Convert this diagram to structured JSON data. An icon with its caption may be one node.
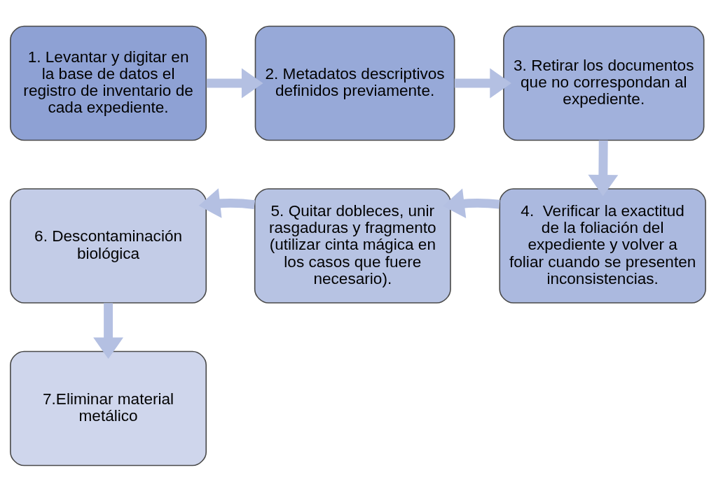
{
  "diagram": {
    "nodes": [
      {
        "text": [
          "1. Levantar y digitar en la base de datos el registro de inventario de cada expediente."
        ]
      },
      {
        "text": [
          "2. Metadatos descriptivos definidos previamente."
        ]
      },
      {
        "text": [
          "3. Retirar los documentos que no correspondan al expediente."
        ]
      },
      {
        "text": [
          "4.  Verificar la exactitud de la foliación del expediente y volver a foliar cuando se presenten inconsistencias."
        ]
      },
      {
        "text": [
          "5. Quitar dobleces, unir rasgaduras y fragmento (utilizar cinta mágica en los casos que fuere necesario)."
        ]
      },
      {
        "text": [
          "6. Descontaminación biológica"
        ]
      },
      {
        "text": [
          "7.Eliminar material metálico"
        ]
      }
    ],
    "edges": [
      {
        "from": 0,
        "to": 1,
        "arrow": "to"
      },
      {
        "from": 1,
        "to": 2,
        "arrow": "to"
      },
      {
        "from": 2,
        "to": 3,
        "arrow": "to"
      },
      {
        "from": 3,
        "to": 4,
        "arrow": "to"
      },
      {
        "from": 4,
        "to": 5,
        "arrow": "to"
      },
      {
        "from": 5,
        "to": 6,
        "arrow": "to"
      }
    ]
  }
}
